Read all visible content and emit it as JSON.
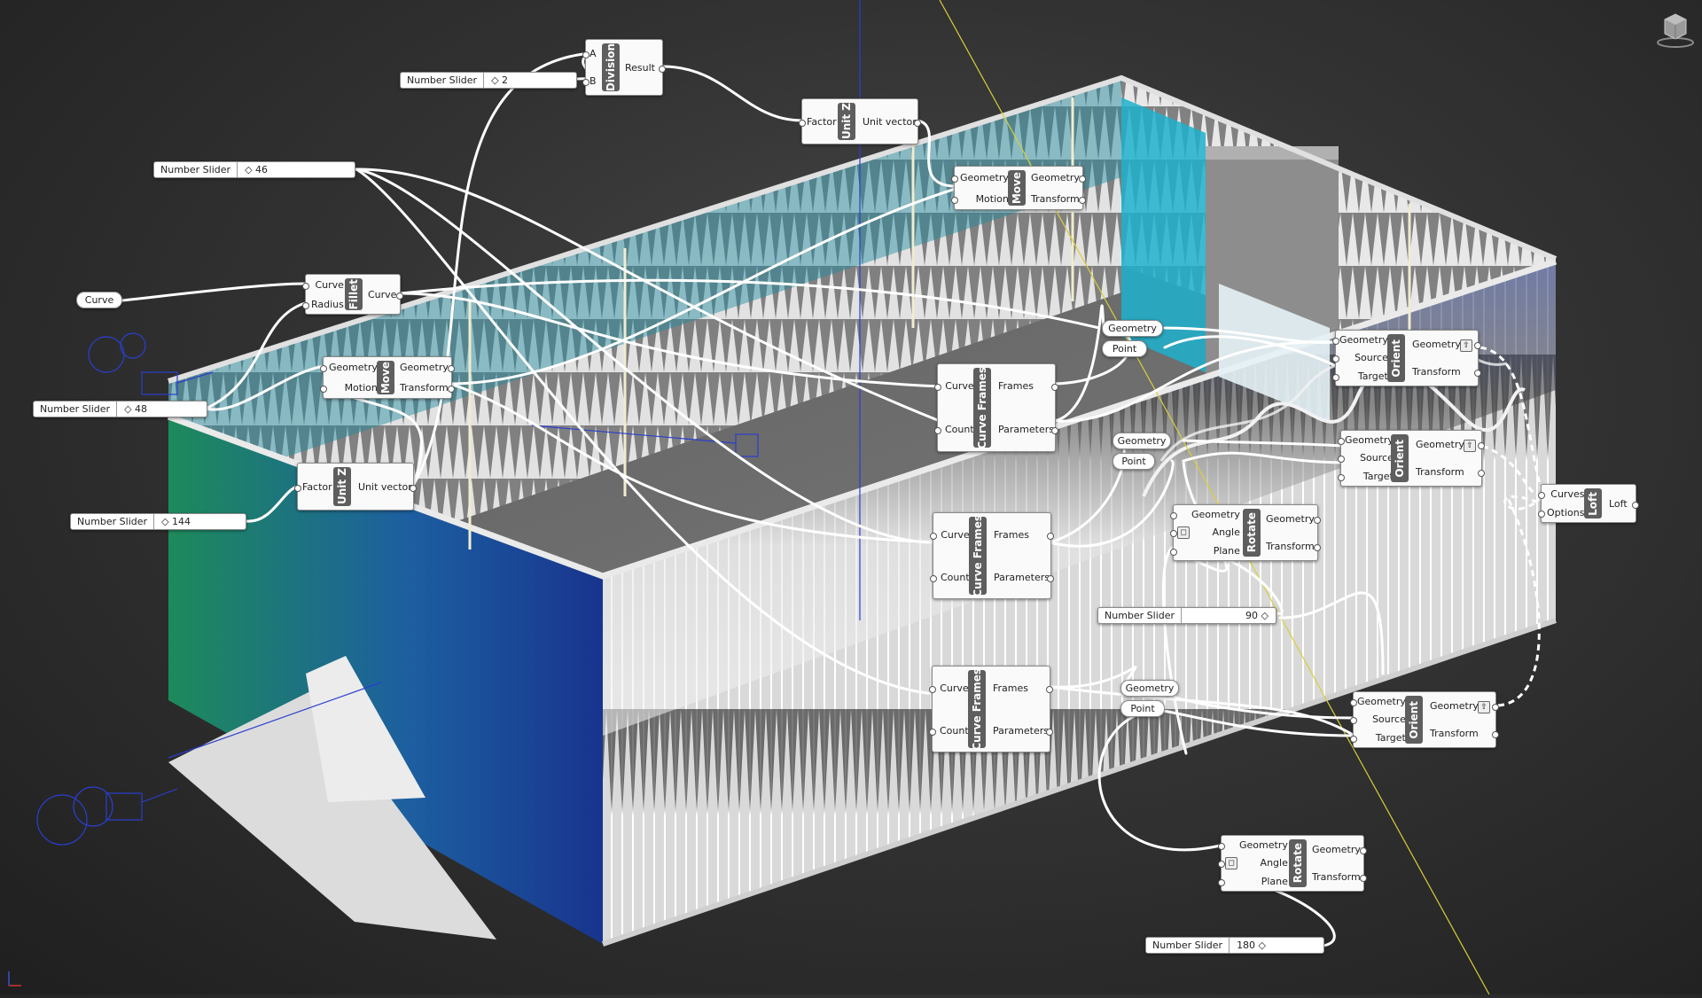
{
  "components": {
    "division": {
      "name": "Division",
      "inputs": [
        "A",
        "B"
      ],
      "outputs": [
        "Result"
      ]
    },
    "unitz_top": {
      "name": "Unit Z",
      "inputs": [
        "Factor"
      ],
      "outputs": [
        "Unit vector"
      ]
    },
    "move_top": {
      "name": "Move",
      "inputs": [
        "Geometry",
        "Motion"
      ],
      "outputs": [
        "Geometry",
        "Transform"
      ]
    },
    "fillet": {
      "name": "Fillet",
      "inputs": [
        "Curve",
        "Radius"
      ],
      "outputs": [
        "Curve"
      ]
    },
    "move_left": {
      "name": "Move",
      "inputs": [
        "Geometry",
        "Motion"
      ],
      "outputs": [
        "Geometry",
        "Transform"
      ]
    },
    "unitz_left": {
      "name": "Unit Z",
      "inputs": [
        "Factor"
      ],
      "outputs": [
        "Unit vector"
      ]
    },
    "frames1": {
      "name": "Curve Frames",
      "inputs": [
        "Curve",
        "Count"
      ],
      "outputs": [
        "Frames",
        "Parameters"
      ]
    },
    "frames2": {
      "name": "Curve Frames",
      "inputs": [
        "Curve",
        "Count"
      ],
      "outputs": [
        "Frames",
        "Parameters"
      ]
    },
    "frames3": {
      "name": "Curve Frames",
      "inputs": [
        "Curve",
        "Count"
      ],
      "outputs": [
        "Frames",
        "Parameters"
      ]
    },
    "orient1": {
      "name": "Orient",
      "inputs": [
        "Geometry",
        "Source",
        "Target"
      ],
      "outputs": [
        "Geometry",
        "Transform"
      ]
    },
    "orient2": {
      "name": "Orient",
      "inputs": [
        "Geometry",
        "Source",
        "Target"
      ],
      "outputs": [
        "Geometry",
        "Transform"
      ]
    },
    "orient3": {
      "name": "Orient",
      "inputs": [
        "Geometry",
        "Source",
        "Target"
      ],
      "outputs": [
        "Geometry",
        "Transform"
      ]
    },
    "rotate1": {
      "name": "Rotate",
      "inputs": [
        "Geometry",
        "Angle",
        "Plane"
      ],
      "outputs": [
        "Geometry",
        "Transform"
      ]
    },
    "rotate2": {
      "name": "Rotate",
      "inputs": [
        "Geometry",
        "Angle",
        "Plane"
      ],
      "outputs": [
        "Geometry",
        "Transform"
      ]
    },
    "loft": {
      "name": "Loft",
      "inputs": [
        "Curves",
        "Options"
      ],
      "outputs": [
        "Loft"
      ]
    }
  },
  "sliders": {
    "s2": {
      "label": "Number Slider",
      "value": "◇ 2"
    },
    "s46": {
      "label": "Number Slider",
      "value": "◇ 46"
    },
    "s48": {
      "label": "Number Slider",
      "value": "◇ 48"
    },
    "s144": {
      "label": "Number Slider",
      "value": "◇ 144"
    },
    "s90": {
      "label": "Number Slider",
      "value": "90 ◇"
    },
    "s180": {
      "label": "Number Slider",
      "value": "180 ◇"
    }
  },
  "params": {
    "curve": "Curve",
    "geo1": "Geometry",
    "pt1": "Point",
    "geo2": "Geometry",
    "pt2": "Point",
    "geo3": "Geometry",
    "pt3": "Point"
  },
  "icons": {
    "view_cube": "view-cube-icon",
    "axis": "axis-widget-icon"
  },
  "colors": {
    "wire": "#ffffff",
    "dashed_wire": "#ffffff",
    "teal": "#1aa7c4",
    "green": "#1d8a4a",
    "blue": "#1a3a9a"
  }
}
